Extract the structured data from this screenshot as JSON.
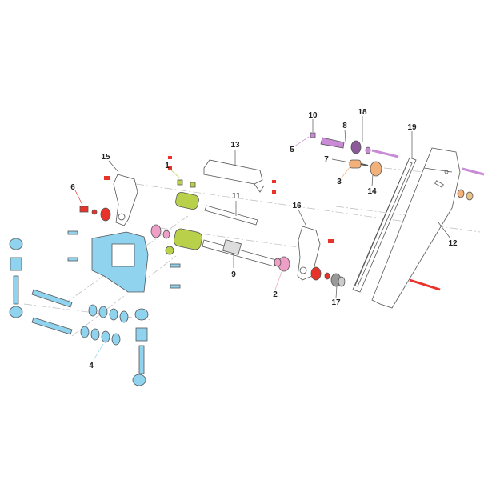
{
  "diagram": {
    "type": "exploded-parts-view",
    "colors": {
      "blue": "#8fd3ef",
      "red": "#e8332a",
      "green": "#b9d14a",
      "pink": "#ee9fc6",
      "purple": "#c98ad6",
      "orange": "#f2b07a",
      "outline": "#555555"
    },
    "callouts": [
      {
        "id": "1",
        "label": "1"
      },
      {
        "id": "2",
        "label": "2"
      },
      {
        "id": "3",
        "label": "3"
      },
      {
        "id": "4",
        "label": "4"
      },
      {
        "id": "5",
        "label": "5"
      },
      {
        "id": "6",
        "label": "6"
      },
      {
        "id": "7",
        "label": "7"
      },
      {
        "id": "8",
        "label": "8"
      },
      {
        "id": "9",
        "label": "9"
      },
      {
        "id": "10",
        "label": "10"
      },
      {
        "id": "11",
        "label": "11"
      },
      {
        "id": "12",
        "label": "12"
      },
      {
        "id": "13",
        "label": "13"
      },
      {
        "id": "14",
        "label": "14"
      },
      {
        "id": "15",
        "label": "15"
      },
      {
        "id": "16",
        "label": "16"
      },
      {
        "id": "17",
        "label": "17"
      },
      {
        "id": "18",
        "label": "18"
      },
      {
        "id": "19",
        "label": "19"
      }
    ]
  }
}
